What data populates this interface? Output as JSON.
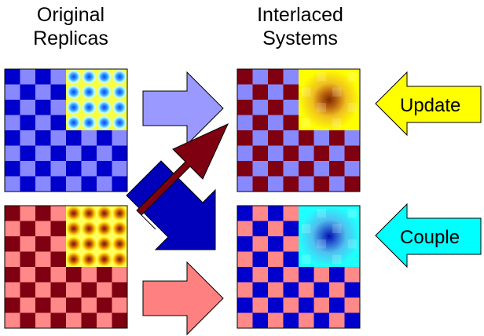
{
  "headings": {
    "original": [
      "Original",
      "Replicas"
    ],
    "interlaced": [
      "Interlaced",
      "Systems"
    ]
  },
  "labels": {
    "update": "Update",
    "couple": "Couple"
  },
  "colors": {
    "blue_dark": "#0000cc",
    "blue_light": "#8888ff",
    "red_dark": "#7f0010",
    "red_light": "#ff8888",
    "update_arrow": "#ffff00",
    "couple_arrow": "#00ffff",
    "top_arrow": "#9999ff",
    "bottom_arrow": "#ff8080",
    "cross_red": "#7f0010",
    "cross_blue": "#0000bb"
  },
  "panels": {
    "top_left": "blue checkerboard with yellow-cyan periodic pattern in upper-right corner",
    "bottom_left": "red checkerboard with yellow-brown periodic pattern in upper-right corner",
    "top_right": "interlaced checkerboard with yellow-brown blob in upper-right corner",
    "bottom_right": "interlaced checkerboard with cyan-blue blob in upper-right corner"
  }
}
